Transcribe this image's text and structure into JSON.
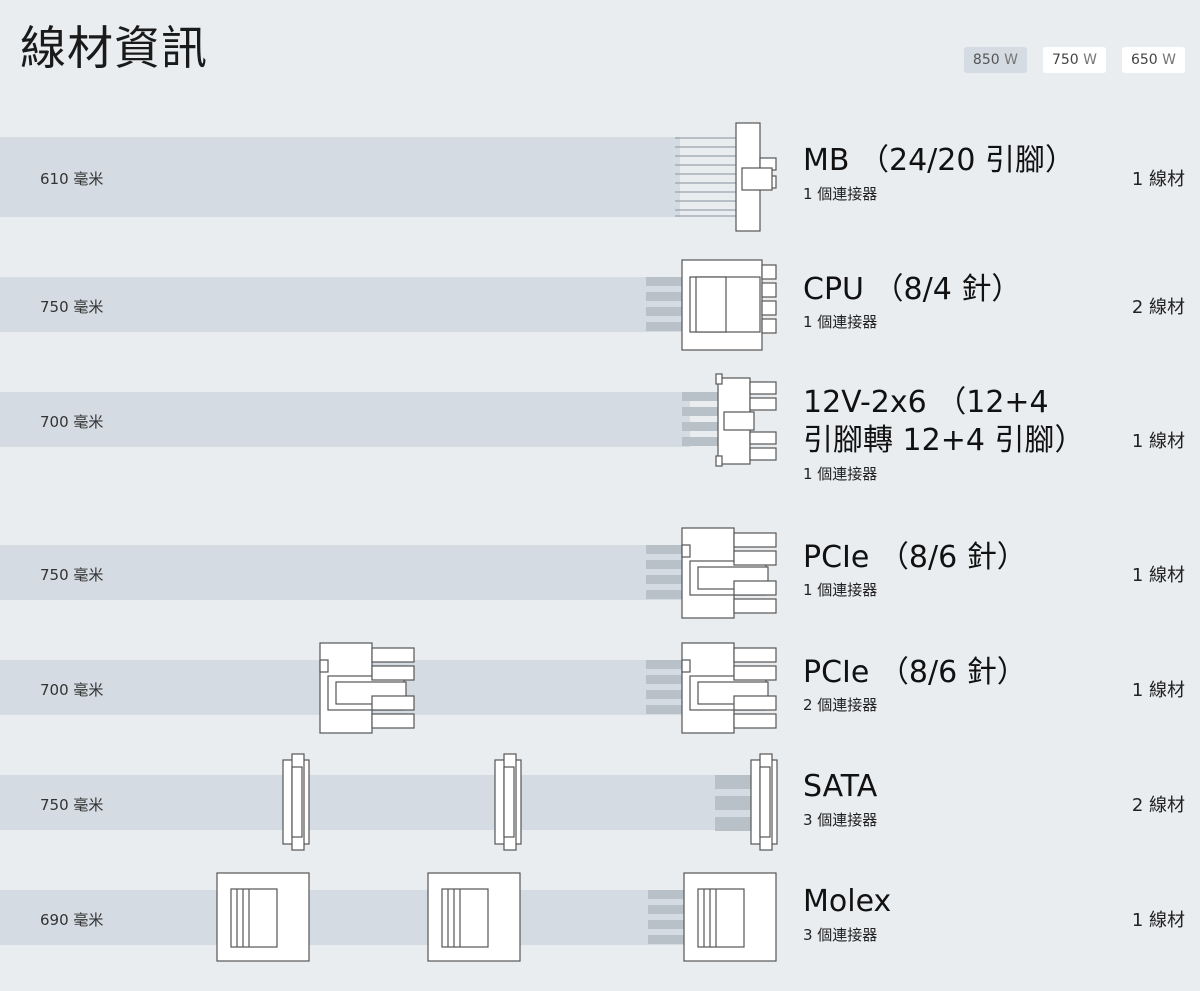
{
  "page": {
    "title": "線材資訊"
  },
  "wattage_tabs": [
    {
      "value": "850",
      "unit": "W",
      "active": true
    },
    {
      "value": "750",
      "unit": "W",
      "active": false
    },
    {
      "value": "650",
      "unit": "W",
      "active": false
    }
  ],
  "cables": [
    {
      "length": "610 毫米",
      "name": "MB （24/20 引腳）",
      "connectors": "1 個連接器",
      "qty": "1 線材"
    },
    {
      "length": "750 毫米",
      "name": "CPU （8/4 針）",
      "connectors": "1 個連接器",
      "qty": "2 線材"
    },
    {
      "length": "700 毫米",
      "name": "12V-2x6 （12+4 引腳轉 12+4 引腳）",
      "connectors": "1 個連接器",
      "qty": "1 線材"
    },
    {
      "length": "750 毫米",
      "name": "PCIe （8/6 針）",
      "connectors": "1 個連接器",
      "qty": "1 線材"
    },
    {
      "length": "700 毫米",
      "name": "PCIe （8/6 針）",
      "connectors": "2 個連接器",
      "qty": "1 線材"
    },
    {
      "length": "750 毫米",
      "name": "SATA",
      "connectors": "3 個連接器",
      "qty": "2 線材"
    },
    {
      "length": "690 毫米",
      "name": "Molex",
      "connectors": "3 個連接器",
      "qty": "1 線材"
    }
  ]
}
